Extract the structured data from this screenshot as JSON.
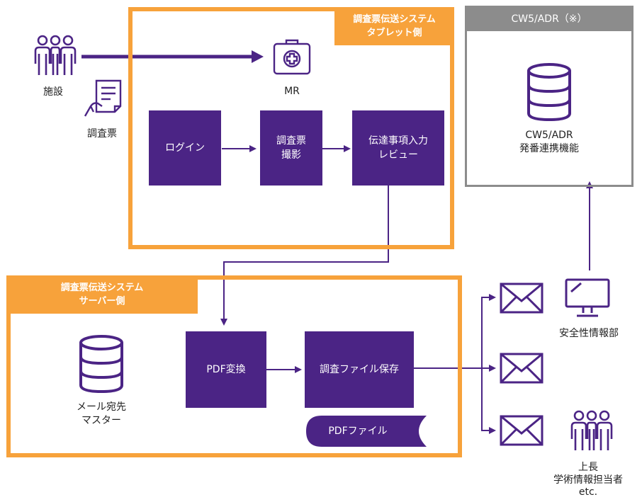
{
  "facility": {
    "label": "施設"
  },
  "survey_form": {
    "label": "調査票"
  },
  "tablet_system": {
    "title": "調査票伝送システム\nタブレット側",
    "mr_label": "MR",
    "steps": [
      "ログイン",
      "調査票\n撮影",
      "伝達事項入力\nレビュー"
    ]
  },
  "cw5": {
    "header": "CW5/ADR（※）",
    "db_label": "CW5/ADR\n発番連携機能"
  },
  "server_system": {
    "title": "調査票伝送システム\nサーバー側",
    "mail_master": "メール宛先\nマスター",
    "steps": [
      "PDF変換",
      "調査ファイル保存"
    ],
    "pdf_file": "PDFファイル"
  },
  "safety_dept": {
    "label": "安全性情報部"
  },
  "recipients": {
    "label": "上長\n学術情報担当者\netc."
  },
  "colors": {
    "purple": "#4b2485",
    "orange": "#f7a23b",
    "gray": "#8c8c8c"
  },
  "icons": [
    "people-icon",
    "medical-kit-icon",
    "document-hand-icon",
    "database-icon",
    "mail-icon",
    "monitor-icon"
  ]
}
